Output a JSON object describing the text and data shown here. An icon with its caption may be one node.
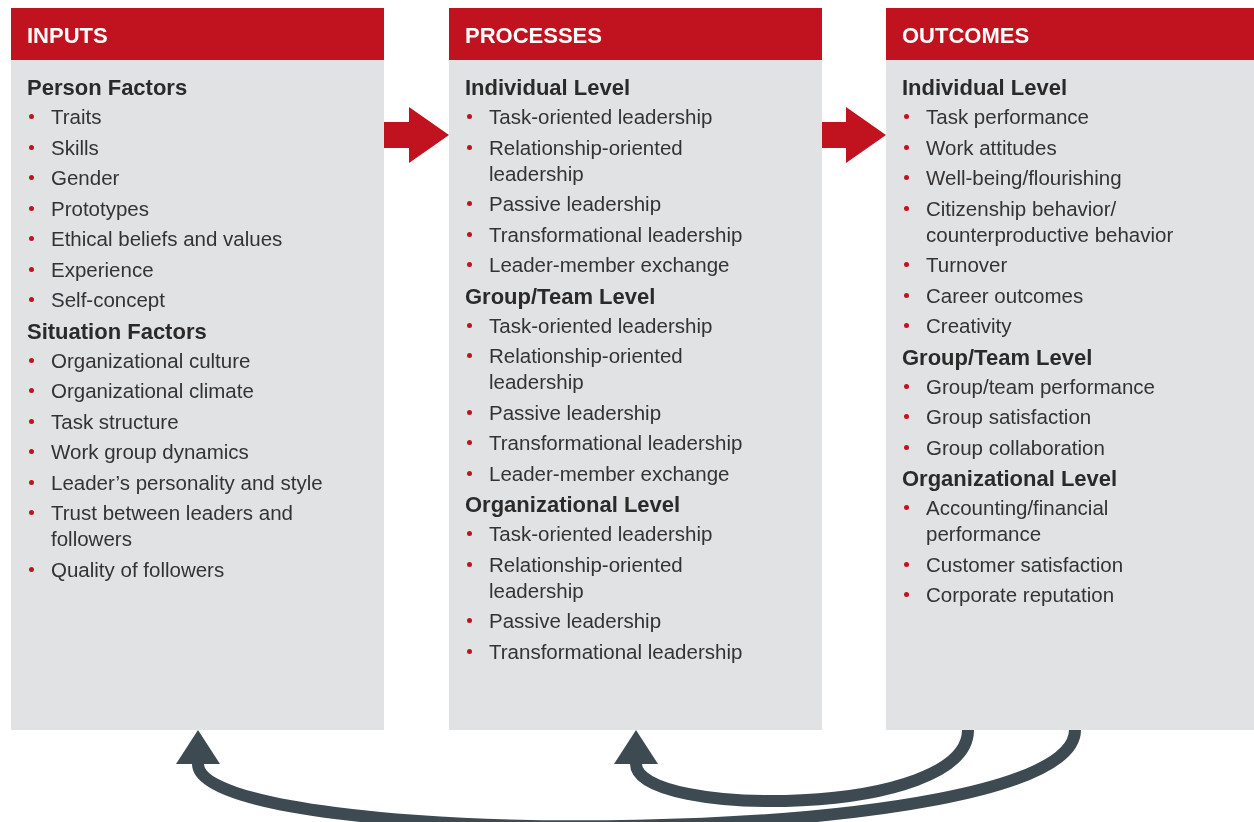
{
  "diagram": {
    "nodes": [
      {
        "text": [
          "INPUTS"
        ]
      },
      {
        "text": [
          "Person Factors",
          "Traits",
          "Skills",
          "Gender",
          "Prototypes",
          "Ethical beliefs and values",
          "Experience",
          "Self-concept"
        ],
        "in": 0
      },
      {
        "text": [
          "Situation Factors",
          "Organizational culture",
          "Organizational climate",
          "Task structure",
          "Work group dynamics",
          "Leader’s personality and style",
          "Trust between leaders and followers",
          "Quality of followers"
        ],
        "in": 0
      },
      {
        "text": [
          "PROCESSES"
        ]
      },
      {
        "text": [
          "Individual Level",
          "Task-oriented leadership",
          "Relationship-oriented leadership",
          "Passive leadership",
          "Transformational leadership",
          "Leader-member exchange"
        ],
        "in": 3
      },
      {
        "text": [
          "Group/Team Level",
          "Task-oriented leadership",
          "Relationship-oriented leadership",
          "Passive leadership",
          "Transformational leadership",
          "Leader-member exchange"
        ],
        "in": 3
      },
      {
        "text": [
          "Organizational Level",
          "Task-oriented leadership",
          "Relationship-oriented leadership",
          "Passive leadership",
          "Transformational leadership"
        ],
        "in": 3
      },
      {
        "text": [
          "OUTCOMES"
        ]
      },
      {
        "text": [
          "Individual Level",
          "Task performance",
          "Work attitudes",
          "Well-being/flourishing",
          "Citizenship behavior/ counterproductive behavior",
          "Turnover",
          "Career outcomes",
          "Creativity"
        ],
        "in": 7
      },
      {
        "text": [
          "Group/Team Level",
          "Group/team performance",
          "Group satisfaction",
          "Group collaboration"
        ],
        "in": 7
      },
      {
        "text": [
          "Organizational Level",
          "Accounting/financial performance",
          "Customer satisfaction",
          "Corporate reputation"
        ],
        "in": 7
      }
    ],
    "edges": [
      {
        "from": 0,
        "to": 3,
        "arrow": "to",
        "style": "thick"
      },
      {
        "from": 3,
        "to": 7,
        "arrow": "to",
        "style": "thick"
      },
      {
        "from": 7,
        "to": 3,
        "arrow": "to",
        "color": "#3e4a51"
      },
      {
        "from": 7,
        "to": 0,
        "arrow": "to",
        "color": "#3e4a51"
      }
    ]
  }
}
